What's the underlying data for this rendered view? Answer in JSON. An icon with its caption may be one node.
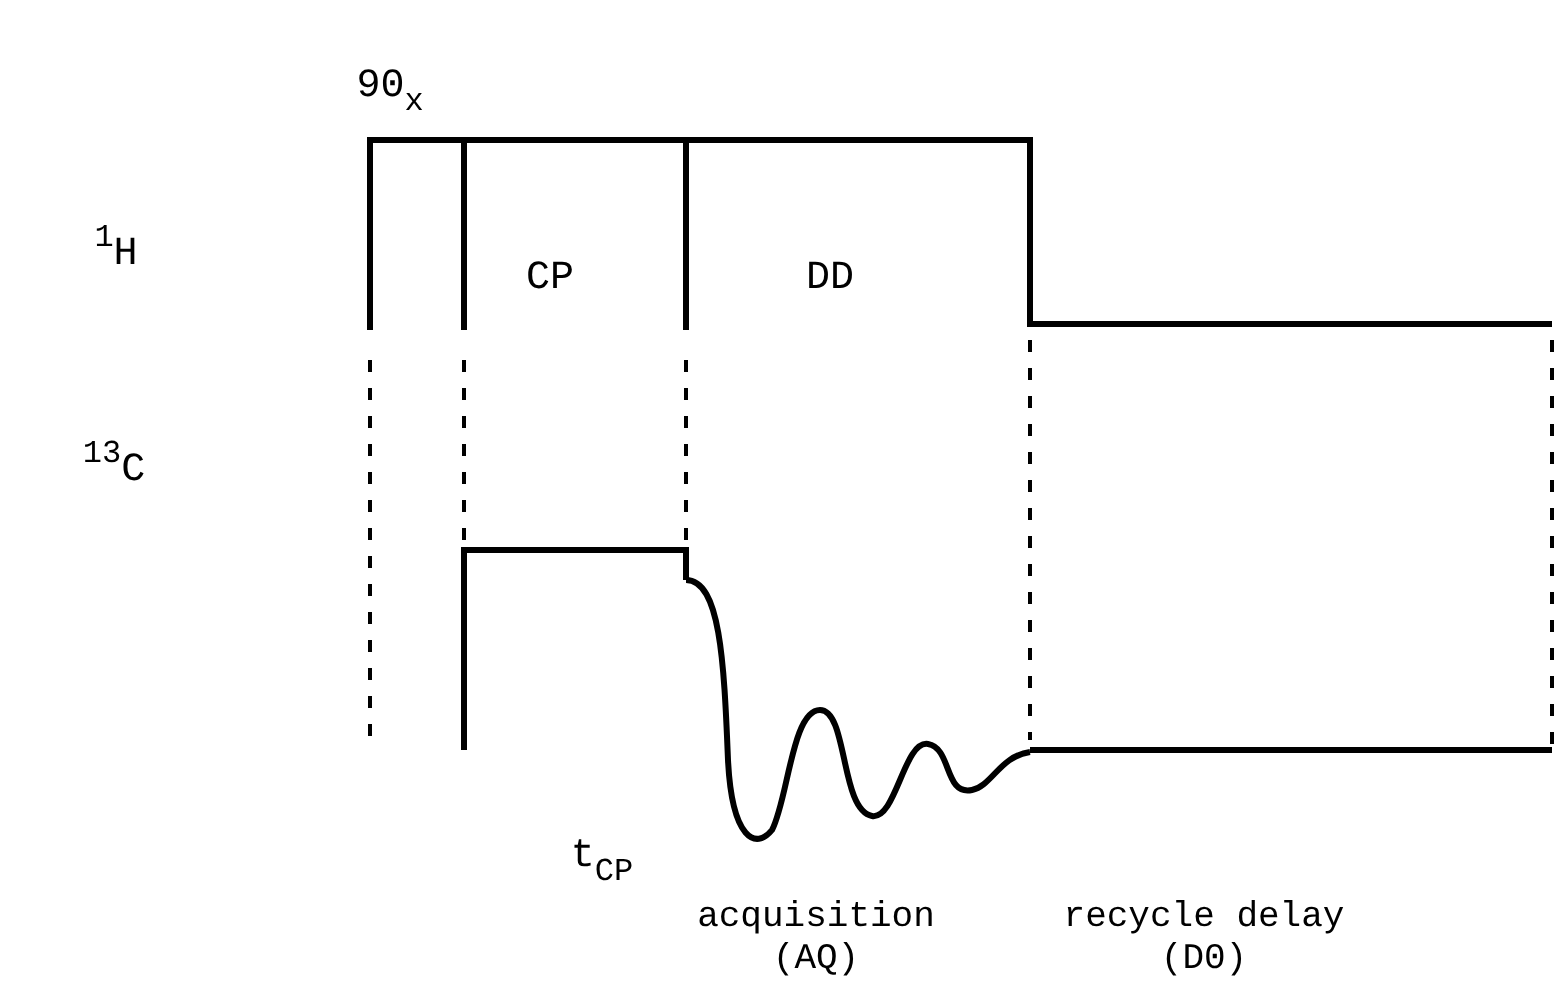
{
  "diagram": {
    "labels": [
      "90$_{x}$",
      "$^{1}$H",
      "CP",
      "DD",
      "$^{13}$C",
      "t$_{CP}$",
      "acquisition (AQ)",
      "recycle delay (D0)"
    ]
  }
}
